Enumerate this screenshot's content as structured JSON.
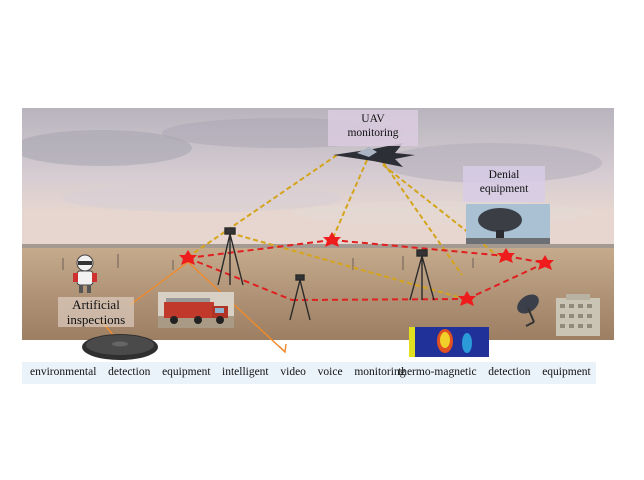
{
  "labels": {
    "uav": "UAV\nmonitoring",
    "denial": "Denial\nequipment",
    "artificial": "Artificial\ninspections"
  },
  "bottom": [
    "environmental  detection  equipment",
    "intelligent  video  voice  monitoring",
    "thermo-magnetic  detection  equipment"
  ],
  "colors": {
    "sky": "#c9c3cc",
    "ground": "#b59a7c",
    "red_link": "#e02020",
    "yellow_link": "#d4a41a",
    "orange_link": "#f08a2a",
    "strip": "#eaf2fa"
  },
  "icons": [
    "uav-icon",
    "sensor-node-icon",
    "robot-icon",
    "fire-truck-photo",
    "manhole-cover-icon",
    "thermal-image",
    "radar-dish-icon",
    "building-icon",
    "denial-device-photo"
  ]
}
